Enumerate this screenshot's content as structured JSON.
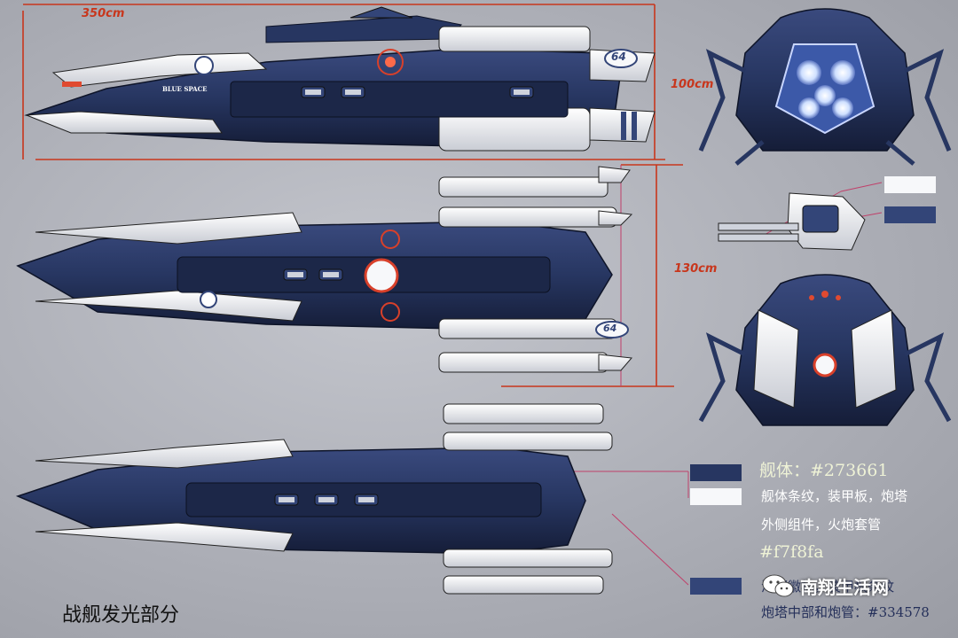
{
  "dimensions": {
    "length": "350cm",
    "height": "100cm",
    "width": "130cm"
  },
  "hull_markings": {
    "number": "64",
    "side_text": "BLUE SPACE"
  },
  "legend": {
    "hull": {
      "text": "舰体：#273661",
      "swatch": "#273661"
    },
    "stripes": {
      "line1": "舰体条纹，装甲板，炮塔",
      "line2": "外侧组件，火炮套管",
      "code": "#f7f8fa",
      "swatch": "#f7f8fa"
    },
    "emblem": {
      "line1": "海军徽标，装甲板条纹",
      "line2": "炮塔中部和炮管：#334578",
      "swatch": "#334578"
    }
  },
  "turret_swatches": [
    "#f7f8fa",
    "#334578"
  ],
  "caption": "战舰发光部分",
  "watermark": "南翔生活网",
  "colors": {
    "accent_line": "#c8361c",
    "background": "#adafb7"
  }
}
